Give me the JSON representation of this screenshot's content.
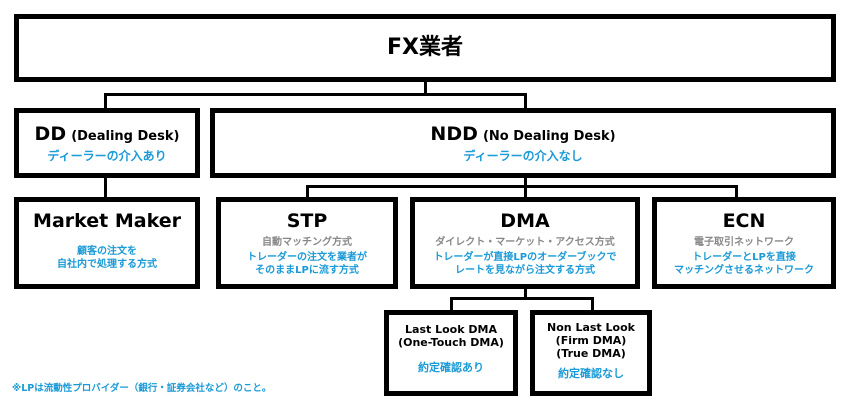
{
  "root": {
    "title": "FX業者"
  },
  "dd": {
    "title": "DD",
    "paren": "(Dealing Desk)",
    "subtitle": "ディーラーの介入あり"
  },
  "ndd": {
    "title": "NDD",
    "paren": "(No Dealing Desk)",
    "subtitle": "ディーラーの介入なし"
  },
  "market_maker": {
    "title": "Market Maker",
    "desc_line1": "顧客の注文を",
    "desc_line2": "自社内で処理する方式"
  },
  "stp": {
    "title": "STP",
    "subtitle": "自動マッチング方式",
    "desc_line1": "トレーダーの注文を業者が",
    "desc_line2": "そのままLPに流す方式"
  },
  "dma": {
    "title": "DMA",
    "subtitle": "ダイレクト・マーケット・アクセス方式",
    "desc_line1": "トレーダーが直接LPのオーダーブックで",
    "desc_line2": "レートを見ながら注文する方式"
  },
  "ecn": {
    "title": "ECN",
    "subtitle": "電子取引ネットワーク",
    "desc_line1": "トレーダーとLPを直接",
    "desc_line2": "マッチングさせるネットワーク"
  },
  "last_look": {
    "line1": "Last Look DMA",
    "line2": "(One-Touch DMA)",
    "status": "約定確認あり"
  },
  "non_last_look": {
    "line1": "Non Last Look",
    "line2": "(Firm DMA)",
    "line3": "(True DMA)",
    "status": "約定確認なし"
  },
  "footnote": "※LPは流動性プロバイダー（銀行・証券会社など）のこと。"
}
